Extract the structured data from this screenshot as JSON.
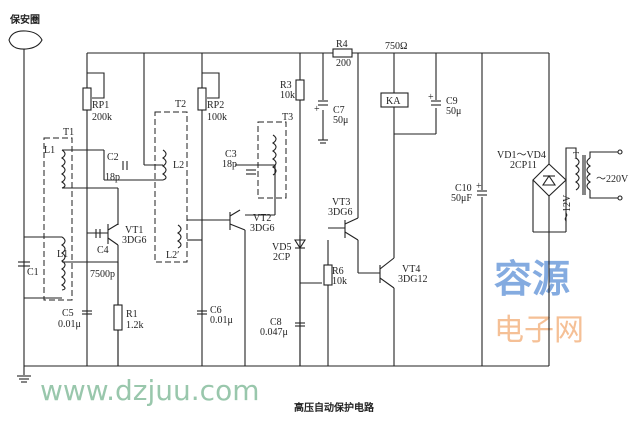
{
  "antenna_label": "保安圈",
  "caption": "高压自动保护电路",
  "watermark": {
    "cn_blue": "容源",
    "cn_orange": "电子网",
    "url": "www.dzjuu.com",
    "blue": "#5b8fd6",
    "orange": "#f2a66b",
    "green": "#6fb08a"
  },
  "components": {
    "rp1": {
      "name": "RP1",
      "value": "200k"
    },
    "rp2": {
      "name": "RP2",
      "value": "100k"
    },
    "r1": {
      "name": "R1",
      "value": "1.2k"
    },
    "r3": {
      "name": "R3",
      "value": "10k"
    },
    "r4": {
      "name": "R4",
      "value": "200"
    },
    "r6": {
      "name": "R6",
      "value": "10k"
    },
    "c1": {
      "name": "C1"
    },
    "c2": {
      "name": "C2",
      "value": "18p"
    },
    "c3": {
      "name": "C3",
      "value": "18p"
    },
    "c4": {
      "name": "C4",
      "value": "7500p"
    },
    "c5": {
      "name": "C5",
      "value": "0.01μ"
    },
    "c6": {
      "name": "C6",
      "value": "0.01μ"
    },
    "c7": {
      "name": "C7",
      "value": "50μ"
    },
    "c8": {
      "name": "C8",
      "value": "0.047μ"
    },
    "c9": {
      "name": "C9",
      "value": "50μ"
    },
    "c10": {
      "name": "C10",
      "value": "50μF"
    },
    "t1": "T1",
    "t2": "T2",
    "t3": "T3",
    "t": "T",
    "l1": "L1",
    "l2": "L2",
    "l2p": "L2′",
    "vt1": {
      "name": "VT1",
      "value": "3DG6"
    },
    "vt2": {
      "name": "VT2",
      "value": "3DG6"
    },
    "vt3": {
      "name": "VT3",
      "value": "3DG6"
    },
    "vt4": {
      "name": "VT4",
      "value": "3DG12"
    },
    "vd5": {
      "name": "VD5",
      "value": "2CP"
    },
    "bridge": {
      "name": "VD1～VD4",
      "value": "2CP11"
    },
    "relay": "KA",
    "relay_res": "750Ω",
    "sec_v": "～12V",
    "mains": "～220V",
    "plus": "+"
  }
}
